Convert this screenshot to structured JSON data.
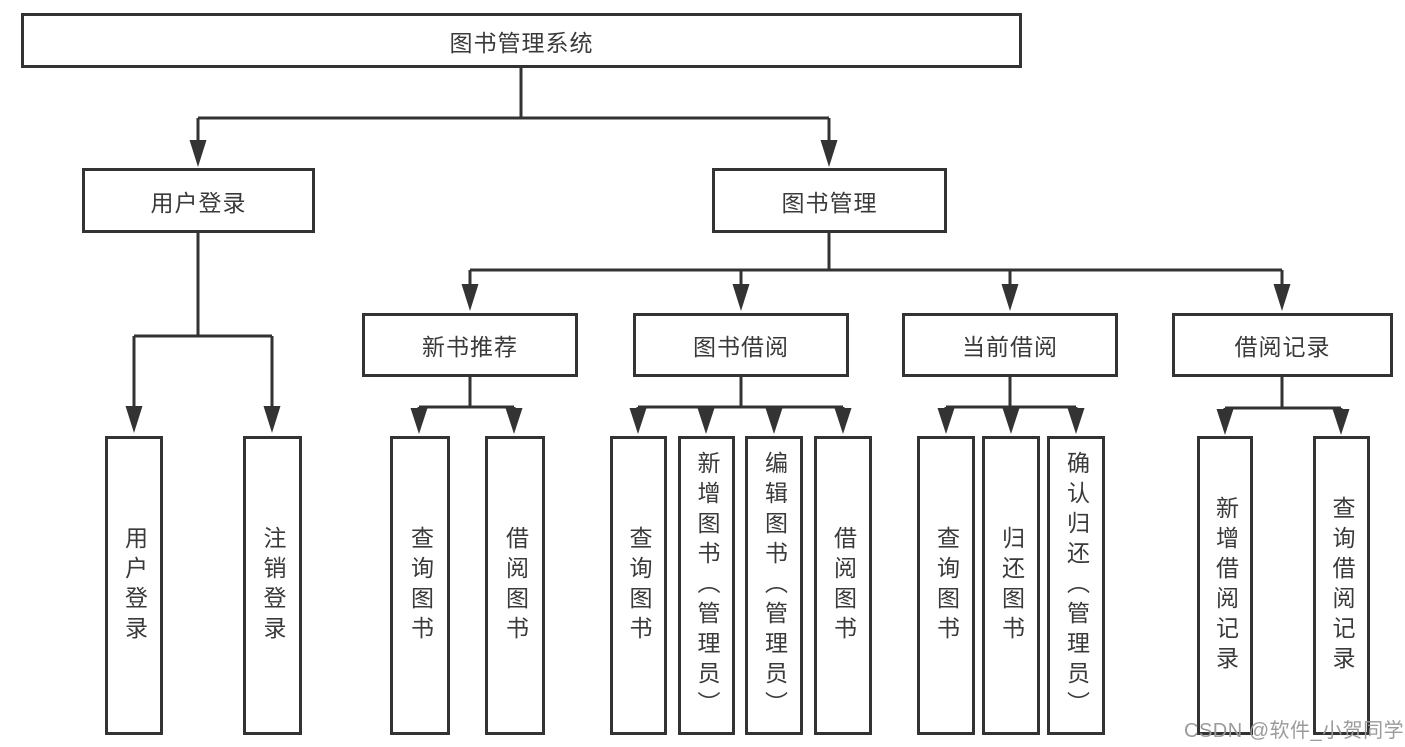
{
  "colors": {
    "line": "#333333",
    "box_border": "#333333",
    "text": "#3a3a3a",
    "background": "#ffffff",
    "watermark": "#9b9b9b"
  },
  "tree": {
    "root": {
      "label": "图书管理系统",
      "children": [
        {
          "label": "用户登录",
          "children": [
            {
              "label": "用户登录"
            },
            {
              "label": "注销登录"
            }
          ]
        },
        {
          "label": "图书管理",
          "children": [
            {
              "label": "新书推荐",
              "children": [
                {
                  "label": "查询图书"
                },
                {
                  "label": "借阅图书"
                }
              ]
            },
            {
              "label": "图书借阅",
              "children": [
                {
                  "label": "查询图书"
                },
                {
                  "label": "新增图书（管理员）"
                },
                {
                  "label": "编辑图书（管理员）"
                },
                {
                  "label": "借阅图书"
                }
              ]
            },
            {
              "label": "当前借阅",
              "children": [
                {
                  "label": "查询图书"
                },
                {
                  "label": "归还图书"
                },
                {
                  "label": "确认归还（管理员）"
                }
              ]
            },
            {
              "label": "借阅记录",
              "children": [
                {
                  "label": "新增借阅记录"
                },
                {
                  "label": "查询借阅记录"
                }
              ]
            }
          ]
        }
      ]
    }
  },
  "watermark": {
    "text": "CSDN @软件_小贺同学"
  }
}
